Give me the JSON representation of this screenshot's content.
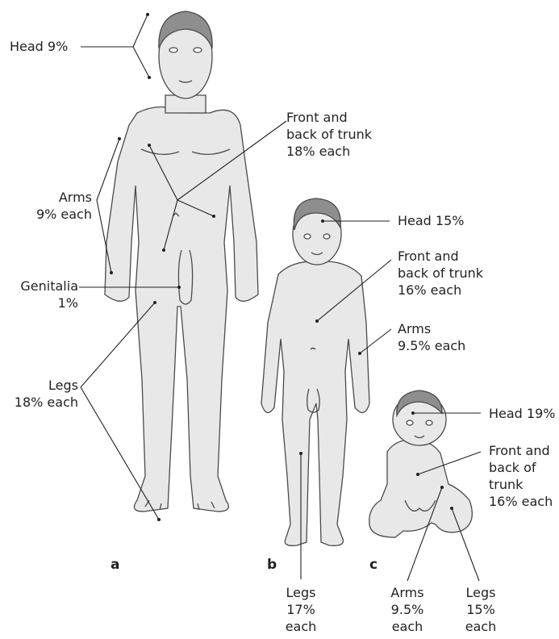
{
  "panels": {
    "a": {
      "letter": "a",
      "head": [
        "Head 9%"
      ],
      "trunk": [
        "Front and",
        "back of trunk",
        "18% each"
      ],
      "arms": [
        "Arms",
        "9% each"
      ],
      "genitalia": [
        "Genitalia",
        "1%"
      ],
      "legs": [
        "Legs",
        "18% each"
      ]
    },
    "b": {
      "letter": "b",
      "head": [
        "Head 15%"
      ],
      "trunk": [
        "Front and",
        "back of trunk",
        "16% each"
      ],
      "arms": [
        "Arms",
        "9.5% each"
      ],
      "legs": [
        "Legs",
        "17%",
        "each"
      ]
    },
    "c": {
      "letter": "c",
      "head": [
        "Head 19%"
      ],
      "trunk": [
        "Front and",
        "back of",
        "trunk",
        "16% each"
      ],
      "arms": [
        "Arms",
        "9.5%",
        "each"
      ],
      "legs": [
        "Legs",
        "15%",
        "each"
      ]
    }
  },
  "colors": {
    "skin": "#e8e8e8",
    "hair": "#8e8e8e",
    "outline": "#4a4a4a",
    "text": "#231f20"
  }
}
